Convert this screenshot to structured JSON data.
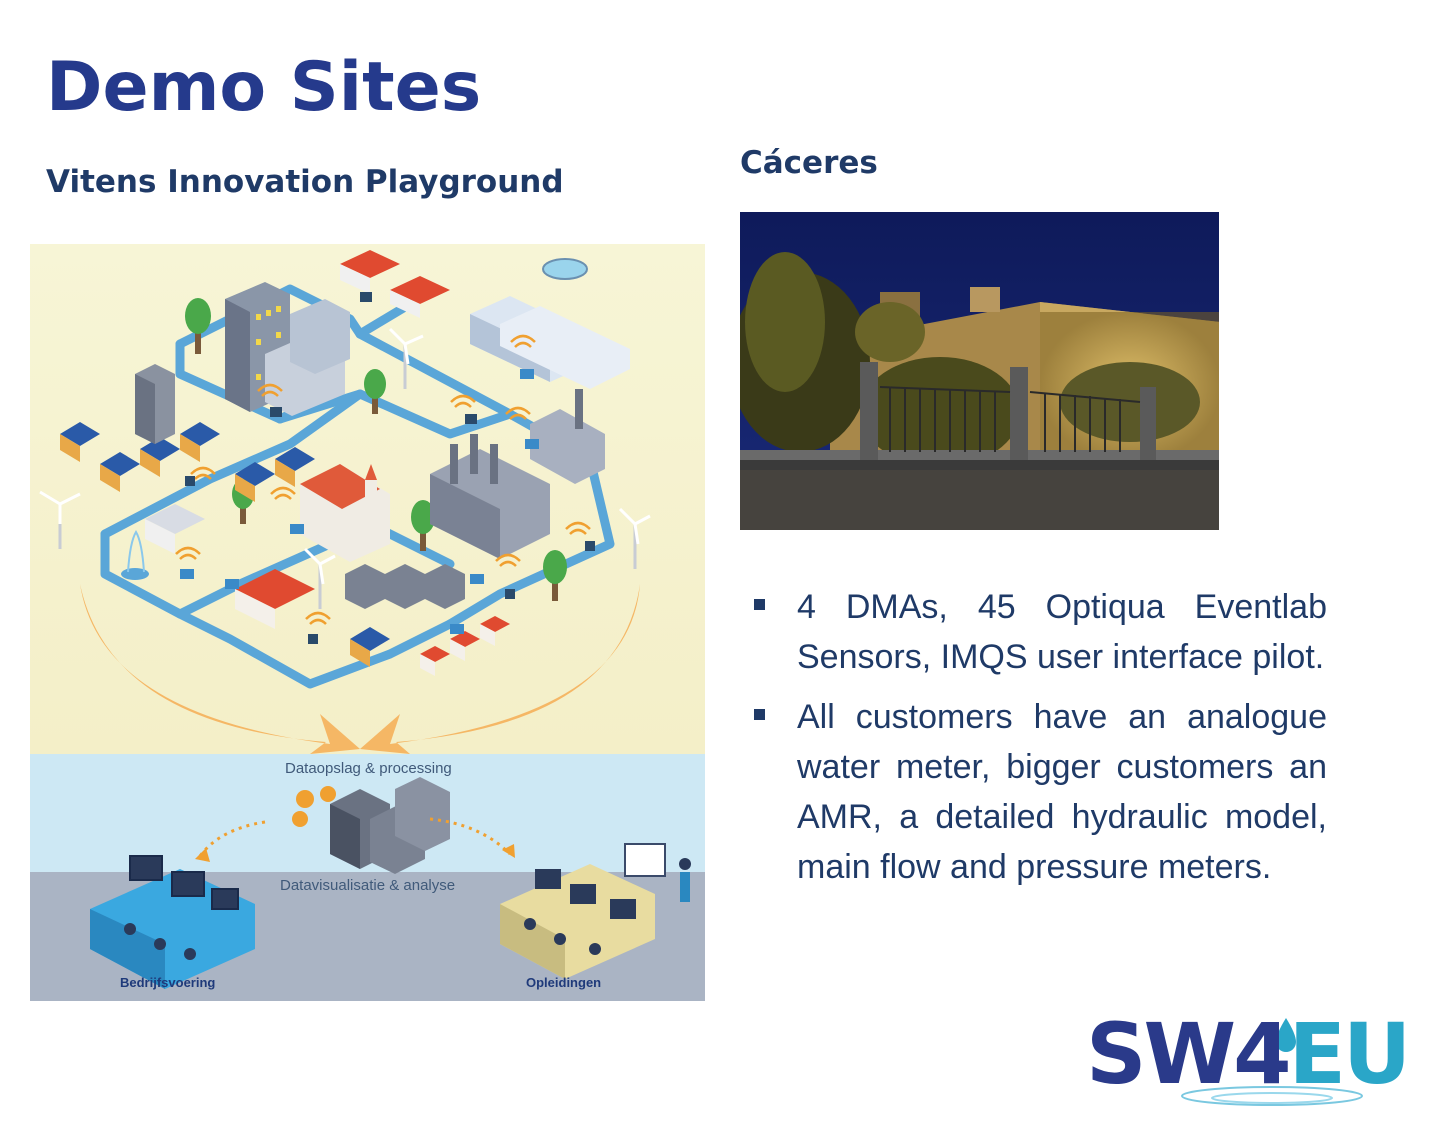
{
  "slide": {
    "title": "Demo Sites",
    "left_subtitle": "Vitens Innovation Playground",
    "right_subtitle": "Cáceres"
  },
  "infographic": {
    "label_data": "Dataopslag & processing",
    "label_visual": "Datavisualisatie & analyse",
    "label_left_room": "Bedrijfsvoering",
    "label_right_room": "Opleidingen"
  },
  "bullets": [
    "4 DMAs, 45 Optiqua Eventlab Sensors, IMQS user interface pilot.",
    "All customers have an analogue water meter, bigger customers an AMR,  a detailed hydraulic model, main flow and pressure meters."
  ],
  "logo": {
    "part1": "SW4",
    "part2": "EU",
    "colors": {
      "primary": "#2a3a8a",
      "accent": "#2aa6c8"
    }
  },
  "colors": {
    "title": "#253a8c",
    "subtitle": "#1f3a67",
    "body_text": "#1f3a67"
  }
}
